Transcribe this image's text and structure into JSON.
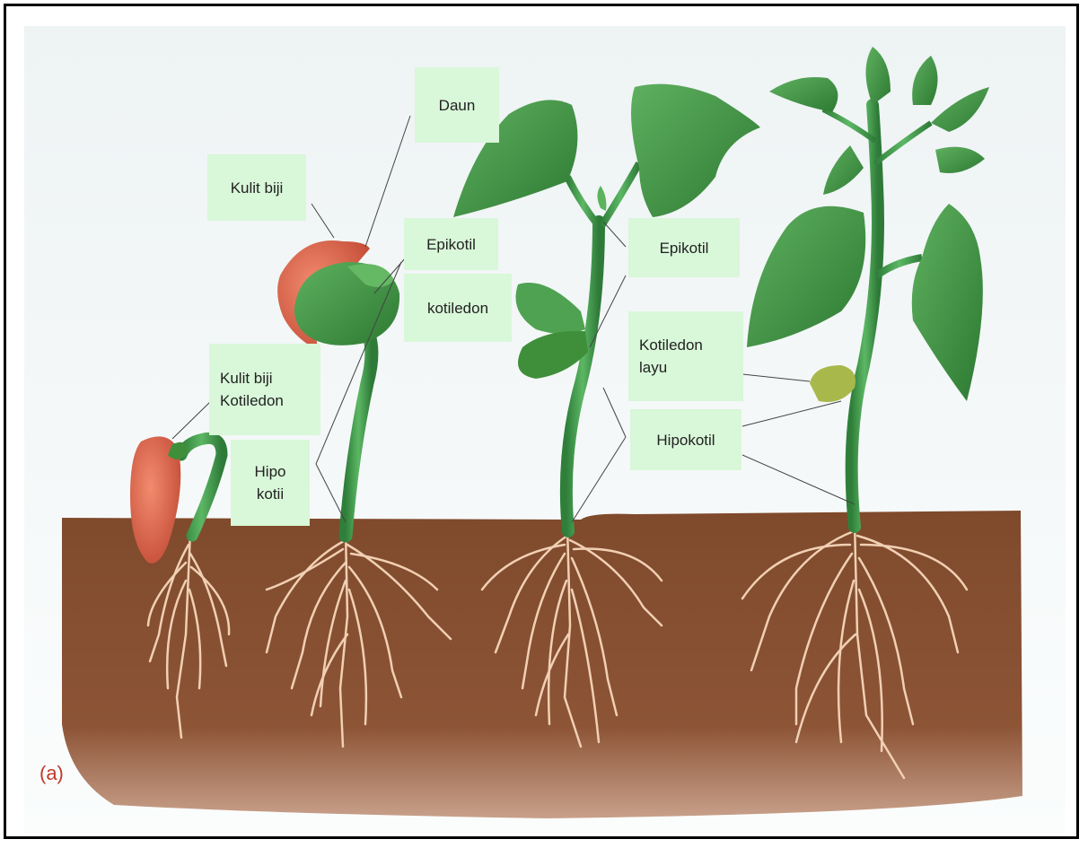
{
  "labels": {
    "daun": "Daun",
    "kulit_biji_1": "Kulit biji",
    "epikotil_1": "Epikotil",
    "kotiledon_1": "kotiledon",
    "kulit_biji_kotiledon_line1": "Kulit biji",
    "kulit_biji_kotiledon_line2": "Kotiledon",
    "hipokotil_split_line1": "Hipo",
    "hipokotil_split_line2": "kotii",
    "epikotil_2": "Epikotil",
    "kotiledon_layu_line1": "Kotiledon",
    "kotiledon_layu_line2": "layu",
    "hipokotil_2": "Hipokotil"
  },
  "figure_label": "(a)",
  "colors": {
    "label_bg": "#d9f7d9",
    "soil": "#8a4f2f",
    "stem": "#3f9a4a",
    "leaf": "#3f8f3a",
    "seed_coat": "#d9614a",
    "root": "#f2d3b8",
    "figure_label": "#c0392b"
  }
}
